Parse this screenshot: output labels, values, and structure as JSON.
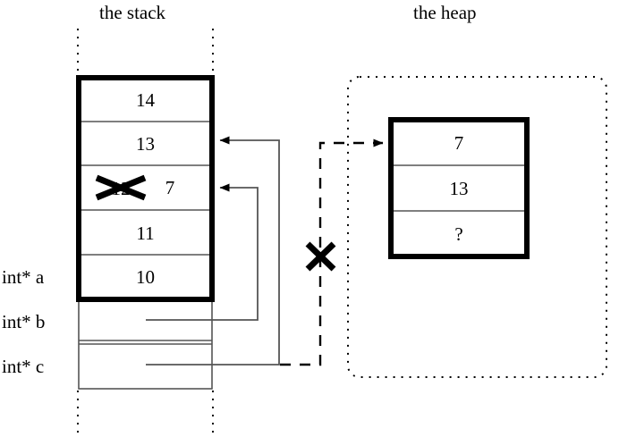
{
  "titles": {
    "stack": "the stack",
    "heap": "the heap"
  },
  "stack": {
    "cells": [
      {
        "value": "14"
      },
      {
        "value": "13"
      },
      {
        "value": "12",
        "struck": "true",
        "new_value": "7"
      },
      {
        "value": "11"
      },
      {
        "value": "10"
      }
    ],
    "variables": [
      {
        "label": "int* a"
      },
      {
        "label": "int* b"
      },
      {
        "label": "int* c"
      }
    ]
  },
  "heap": {
    "cells": [
      {
        "value": "7"
      },
      {
        "value": "13"
      },
      {
        "value": "?"
      }
    ]
  },
  "annotations": {
    "strikeout_12": "x-mark-over-12",
    "invalid_pointer": "x-mark-on-dangling-pointer"
  },
  "colors": {
    "ink": "#000000",
    "thin_rule": "#555555",
    "background": "#ffffff"
  }
}
